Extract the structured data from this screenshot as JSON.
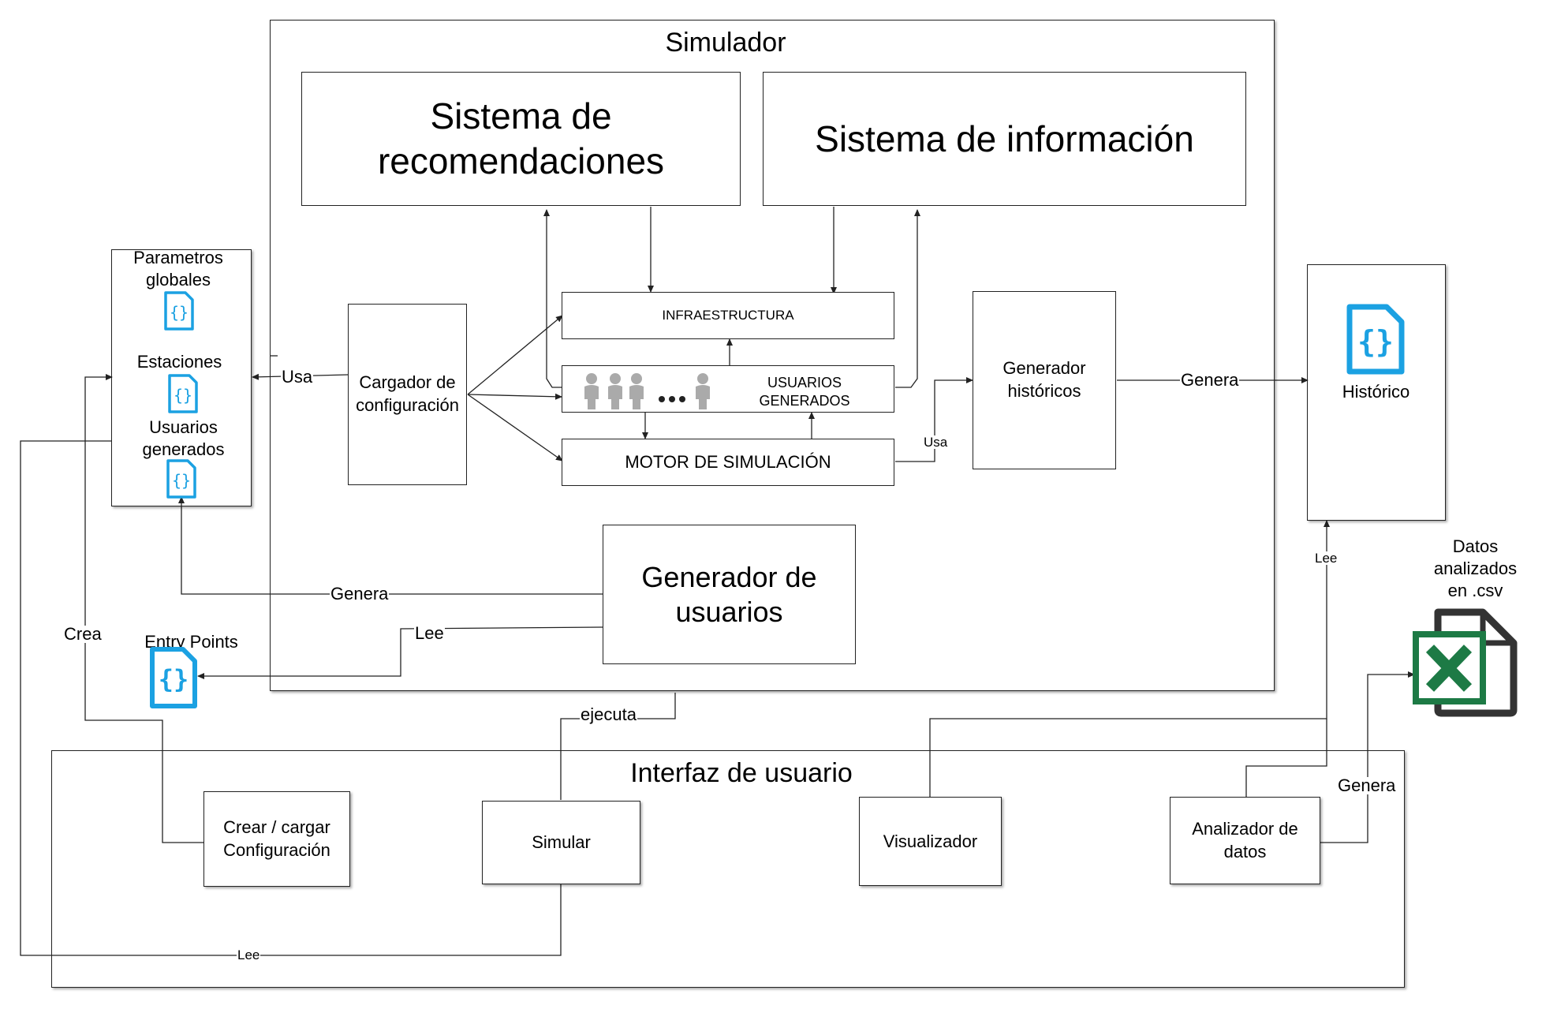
{
  "simulator": {
    "title": "Simulador",
    "recommendation_system": "Sistema de recomendaciones",
    "information_system": "Sistema de información",
    "infrastructure": "INFRAESTRUCTURA",
    "generated_users": "USUARIOS GENERADOS",
    "simulation_engine": "MOTOR DE SIMULACIÓN",
    "config_loader": "Cargador de configuración",
    "history_generator": "Generador históricos",
    "user_generator": "Generador de usuarios"
  },
  "config_files": {
    "global_params": "Parametros globales",
    "stations": "Estaciones",
    "generated_users": "Usuarios generados",
    "entry_points": "Entry Points"
  },
  "historic": {
    "label": "Histórico"
  },
  "analyzed": {
    "label": "Datos analizados en .csv",
    "icon": "excel-icon",
    "icon_color": "#1D7A45"
  },
  "ui": {
    "title": "Interfaz de usuario",
    "create_config": "Crear / cargar Configuración",
    "simulate": "Simular",
    "visualizer": "Visualizador",
    "analyzer": "Analizador de datos"
  },
  "edges": {
    "usa_config": "Usa",
    "genera_historico": "Genera",
    "usa_motor": "Usa",
    "genera_usuarios": "Genera",
    "lee_entry": "Lee",
    "crea": "Crea",
    "ejecuta": "ejecuta",
    "lee_historico": "Lee",
    "genera_csv": "Genera",
    "lee_bottom": "Lee"
  },
  "colors": {
    "json_icon": "#1BA1E2",
    "line": "#222222"
  }
}
